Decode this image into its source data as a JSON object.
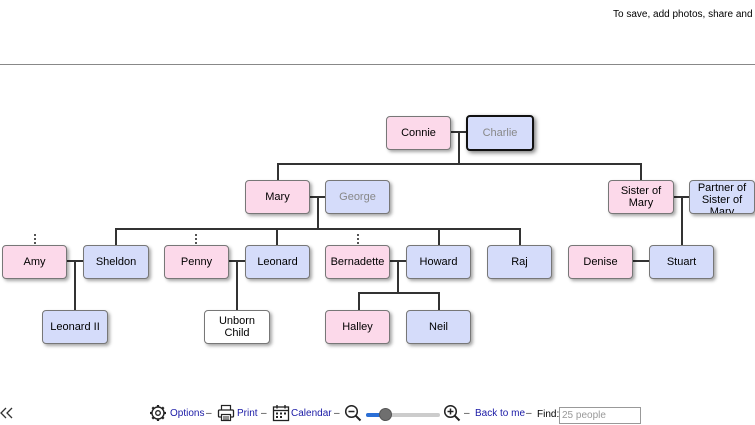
{
  "header": {
    "message": "To save, add photos, share and do"
  },
  "tree": {
    "nodes": {
      "connie": "Connie",
      "charlie": "Charlie",
      "mary": "Mary",
      "george": "George",
      "sister_of_mary": "Sister of Mary",
      "partner_of_sister": "Partner of Sister of Mary",
      "amy": "Amy",
      "sheldon": "Sheldon",
      "penny": "Penny",
      "leonard": "Leonard",
      "bernadette": "Bernadette",
      "howard": "Howard",
      "raj": "Raj",
      "denise": "Denise",
      "stuart": "Stuart",
      "leonard_ii": "Leonard II",
      "unborn_child": "Unborn Child",
      "halley": "Halley",
      "neil": "Neil"
    },
    "colors": {
      "female": "#fcd9ea",
      "male": "#d5dcfa",
      "unknown": "#ffffff"
    }
  },
  "toolbar": {
    "collapse_icon": "double-chevron-left-icon",
    "options_label": "Options",
    "print_label": "Print",
    "calendar_label": "Calendar",
    "zoom_level": 0.22,
    "back_label": "Back to me",
    "find_label": "Find:",
    "find_placeholder": "25 people",
    "separator": "–"
  }
}
